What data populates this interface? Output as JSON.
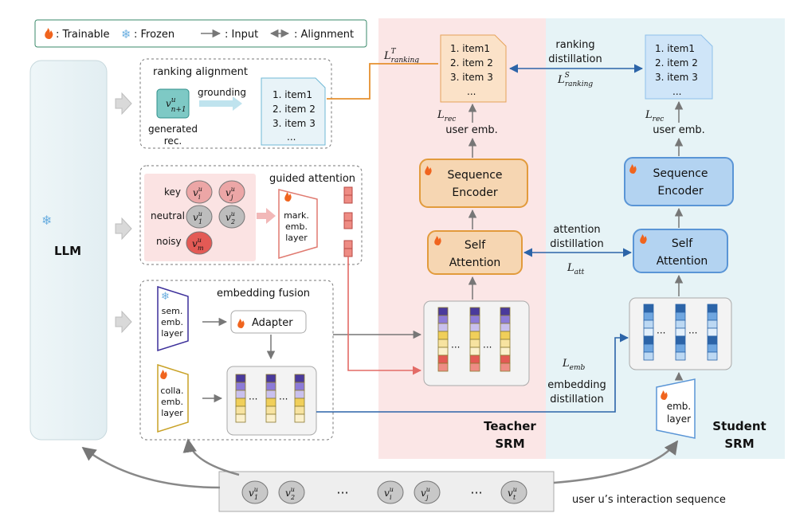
{
  "legend": {
    "trainable": ": Trainable",
    "frozen": ": Frozen",
    "input": ": Input",
    "alignment": ": Alignment"
  },
  "llm": {
    "label": "LLM"
  },
  "ranking_alignment": {
    "title": "ranking alignment",
    "grounding": "grounding",
    "generated": "generated",
    "rec": "rec.",
    "items": [
      "1. item1",
      "2. item 2",
      "3. item 3",
      "..."
    ]
  },
  "guided_attention": {
    "title": "guided attention",
    "key": "key",
    "neutral": "neutral",
    "noisy": "noisy",
    "emb_layer": [
      "mark.",
      "emb.",
      "layer"
    ]
  },
  "embedding_fusion": {
    "title": "embedding fusion",
    "sem_layer": [
      "sem.",
      "emb.",
      "layer"
    ],
    "colla_layer": [
      "colla.",
      "emb.",
      "layer"
    ],
    "adapter": "Adapter"
  },
  "teacher": {
    "items": [
      "1. item1",
      "2. item 2",
      "3. item 3",
      "..."
    ],
    "l_rec": "L",
    "l_rec_sub": "rec",
    "user_emb": "user emb.",
    "seq_encoder": [
      "Sequence",
      "Encoder"
    ],
    "self_attention": [
      "Self",
      "Attention"
    ],
    "label": [
      "Teacher",
      "SRM"
    ]
  },
  "student": {
    "items": [
      "1. item1",
      "2. item 2",
      "3. item 3",
      "..."
    ],
    "l_rec": "L",
    "l_rec_sub": "rec",
    "user_emb": "user emb.",
    "seq_encoder": [
      "Sequence",
      "Encoder"
    ],
    "self_attention": [
      "Self",
      "Attention"
    ],
    "emb_layer": [
      "emb.",
      "layer"
    ],
    "label": [
      "Student",
      "SRM"
    ]
  },
  "distillation": {
    "ranking": [
      "ranking",
      "distillation"
    ],
    "attention": [
      "attention",
      "distillation"
    ],
    "embedding": [
      "embedding",
      "distillation"
    ],
    "l_ranking_T": "L",
    "l_ranking_T_sup": "T",
    "l_ranking_T_sub": "ranking",
    "l_ranking_S": "L",
    "l_ranking_S_sup": "S",
    "l_ranking_S_sub": "ranking",
    "l_att": "L",
    "l_att_sub": "att",
    "l_emb": "L",
    "l_emb_sub": "emb"
  },
  "sequence": {
    "caption": "user u’s interaction sequence",
    "ellipsis": "···"
  },
  "colors": {
    "teacher_bg": "#fbe6e6",
    "student_bg": "#e6f3f6",
    "teacher_box": "#f6d6b2",
    "teacher_stroke": "#e29b3c",
    "student_box": "#b3d3f1",
    "student_stroke": "#5a95d6",
    "orange_link": "#e6902f",
    "blue_link": "#2c64a8",
    "red_link": "#e36b66"
  }
}
